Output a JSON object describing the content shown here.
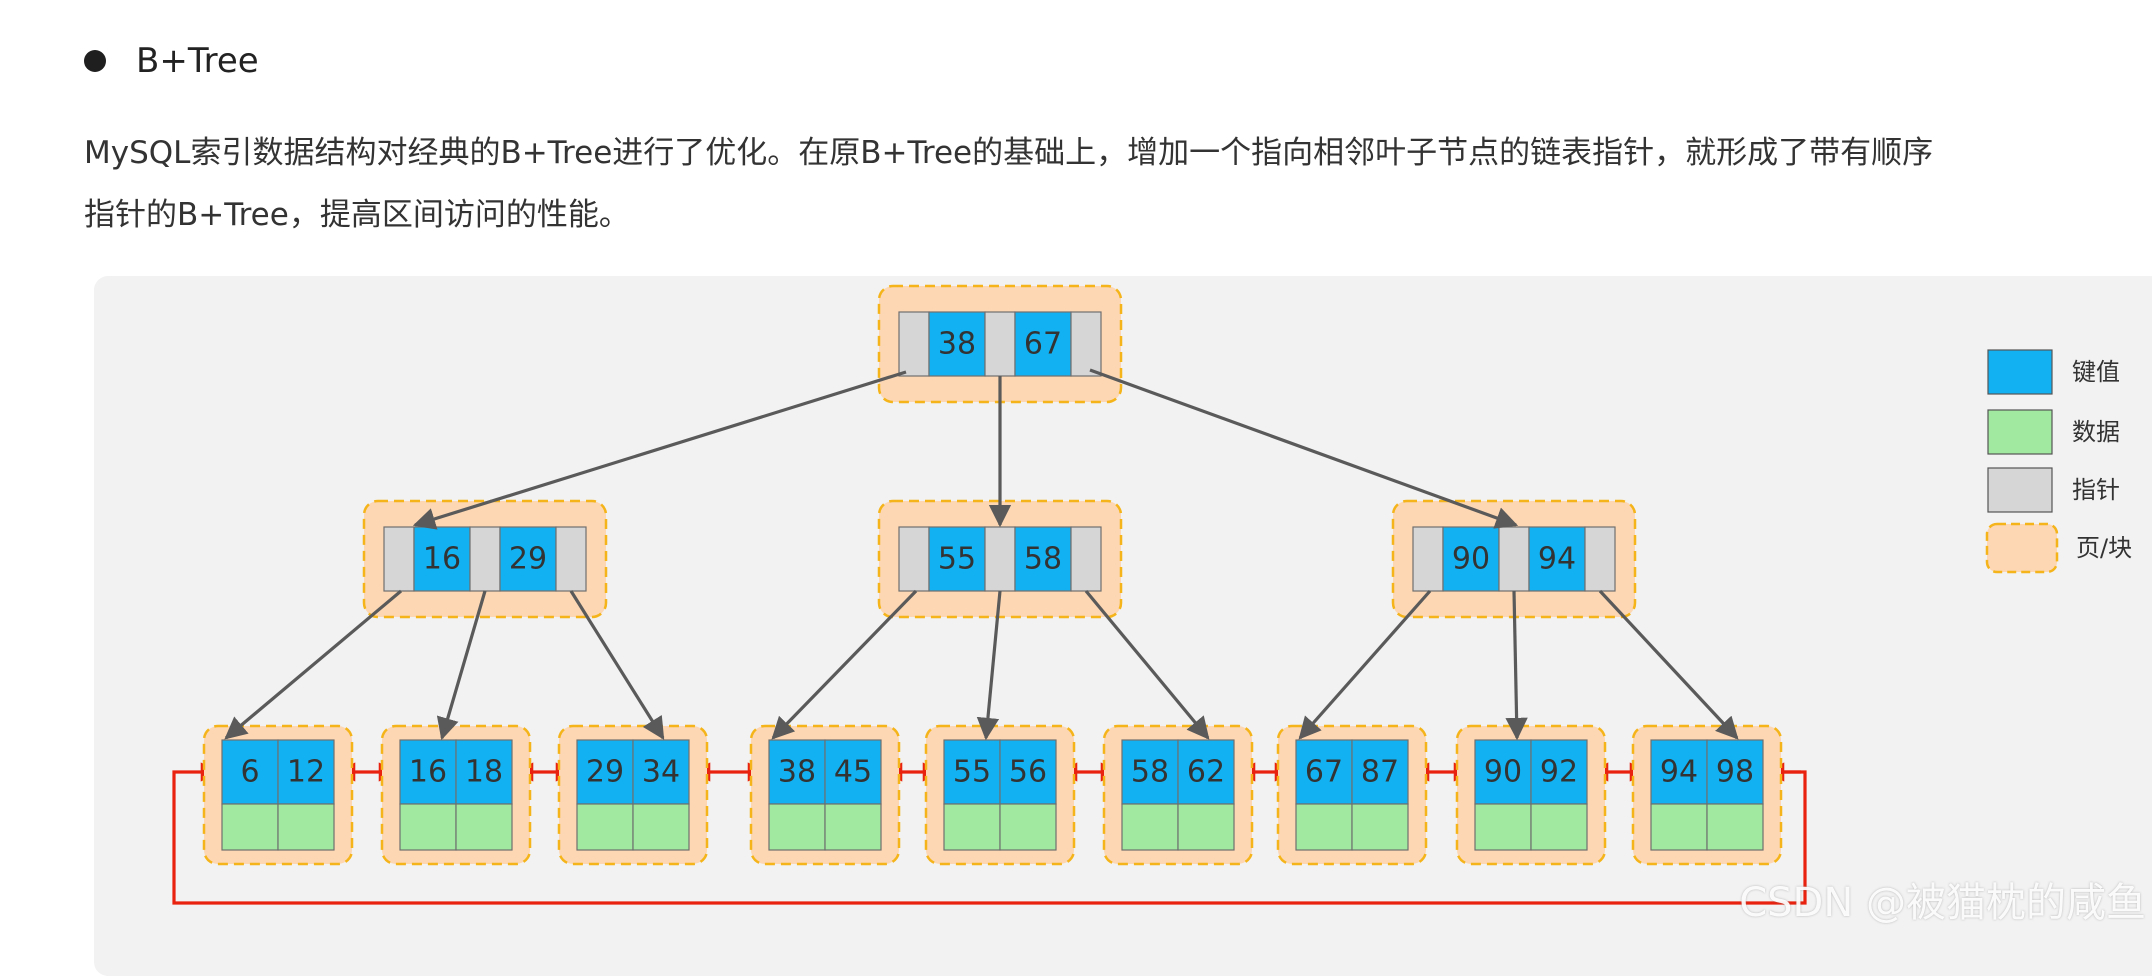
{
  "heading": "B+Tree",
  "paragraph": {
    "line1": "MySQL索引数据结构对经典的B+Tree进行了优化。在原B+Tree的基础上，增加一个指向相邻叶子节点的链表指针，就形成了带有顺序",
    "line2": "指针的B+Tree，提高区间访问的性能。"
  },
  "colors": {
    "key": "#12b2f2",
    "data": "#a1e9a1",
    "pointer": "#d6d6d6",
    "page": "#fdd7b3",
    "page_border": "#f4b41a",
    "arrow": "#5a5a5a",
    "link": "#e8220f"
  },
  "diagram": {
    "root": {
      "keys": [
        "38",
        "67"
      ]
    },
    "internal": [
      {
        "keys": [
          "16",
          "29"
        ]
      },
      {
        "keys": [
          "55",
          "58"
        ]
      },
      {
        "keys": [
          "90",
          "94"
        ]
      }
    ],
    "leaves": [
      {
        "keys": [
          "6",
          "12"
        ]
      },
      {
        "keys": [
          "16",
          "18"
        ]
      },
      {
        "keys": [
          "29",
          "34"
        ]
      },
      {
        "keys": [
          "38",
          "45"
        ]
      },
      {
        "keys": [
          "55",
          "56"
        ]
      },
      {
        "keys": [
          "58",
          "62"
        ]
      },
      {
        "keys": [
          "67",
          "87"
        ]
      },
      {
        "keys": [
          "90",
          "92"
        ]
      },
      {
        "keys": [
          "94",
          "98"
        ]
      }
    ]
  },
  "legend": [
    {
      "label": "键值",
      "kind": "key"
    },
    {
      "label": "数据",
      "kind": "data"
    },
    {
      "label": "指针",
      "kind": "pointer"
    },
    {
      "label": "页/块",
      "kind": "page"
    }
  ],
  "watermark": "CSDN @被猫枕的咸鱼"
}
